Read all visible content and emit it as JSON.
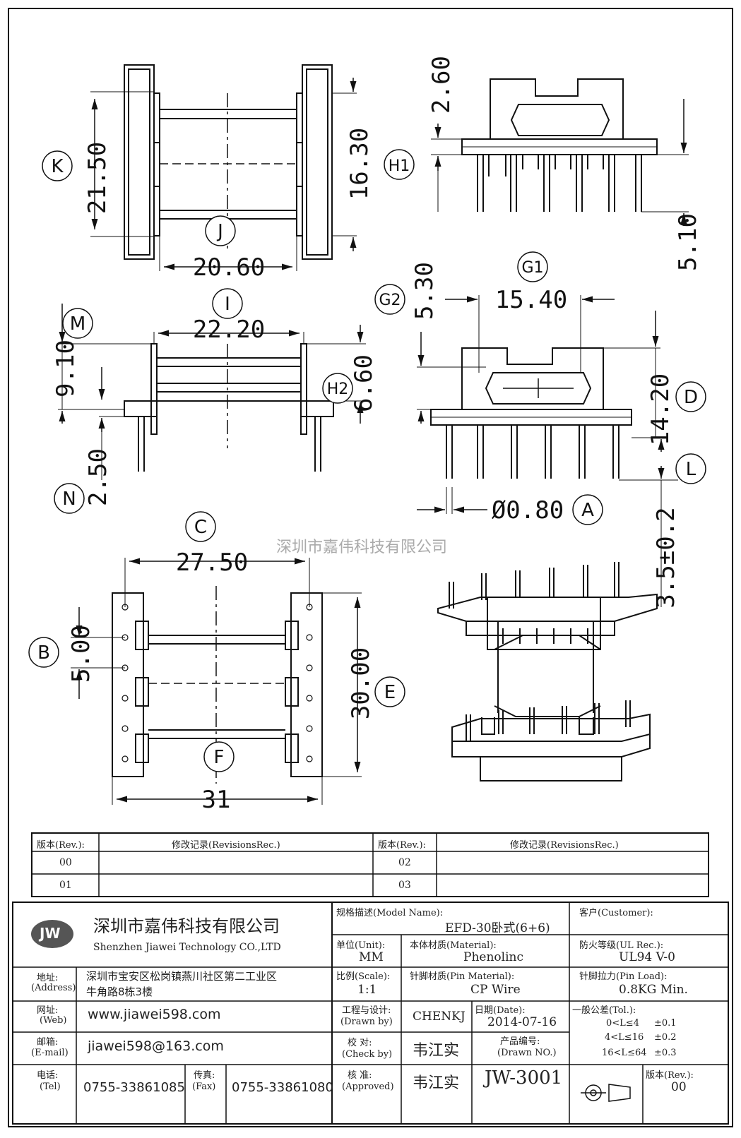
{
  "dimensions": {
    "d_2160": "21.50",
    "d_1630": "16.30",
    "d_2060": "20.60",
    "d_260": "2.60",
    "d_510": "5.10",
    "d_2220": "22.20",
    "d_910": "9.10",
    "d_660": "6.60",
    "d_250": "2.50",
    "d_530": "5.30",
    "d_1540": "15.40",
    "d_1420": "14.20",
    "d_080": "Ø0.80",
    "d_35": "3.5±0.2",
    "d_2750": "27.50",
    "d_500": "5.00",
    "d_3000": "30.00",
    "d_31": "31"
  },
  "labels": {
    "K": "K",
    "J": "J",
    "H1": "H1",
    "I": "I",
    "M": "M",
    "H2": "H2",
    "N": "N",
    "G1": "G1",
    "G2": "G2",
    "D": "D",
    "L": "L",
    "A": "A",
    "C": "C",
    "B": "B",
    "E": "E",
    "F": "F"
  },
  "watermark": "深圳市嘉伟科技有限公司",
  "revisions": {
    "h_rev": "版本(Rev.):",
    "h_rec": "修改记录(RevisionsRec.)",
    "rows": [
      "00",
      "01",
      "02",
      "03"
    ]
  },
  "company": {
    "logo": "JW",
    "name_cn": "深圳市嘉伟科技有限公司",
    "name_en": "Shenzhen Jiawei Technology CO.,LTD",
    "address_label": "地址:",
    "address_label_en": "(Address)",
    "address_line1": "深圳市宝安区松岗镇燕川社区第二工业区",
    "address_line2": "牛角路8栋3楼",
    "web_label": "网址:",
    "web_label_en": "(Web)",
    "web": "www.jiawei598.com",
    "email_label": "邮箱:",
    "email_label_en": "(E-mail)",
    "email": "jiawei598@163.com",
    "tel_label": "电话:",
    "tel_label_en": "(Tel)",
    "tel": "0755-33861085",
    "fax_label": "传真:",
    "fax_label_en": "(Fax)",
    "fax": "0755-33861080"
  },
  "spec": {
    "model_label": "规格描述(Model Name):",
    "model": "EFD-30卧式(6+6)",
    "customer_label": "客户(Customer):",
    "unit_label": "单位(Unit):",
    "unit": "MM",
    "material_label": "本体材质(Material):",
    "material": "Phenolinc",
    "ul_label": "防火等级(UL Rec.):",
    "ul": "UL94 V-0",
    "scale_label": "比例(Scale):",
    "scale": "1:1",
    "pin_material_label": "针脚材质(Pin Material):",
    "pin_material": "CP Wire",
    "pin_load_label": "针脚拉力(Pin Load):",
    "pin_load": "0.8KG Min.",
    "drawn_label": "工程与设计:",
    "drawn_label_en": "(Drawn by)",
    "drawn": "CHENKJ",
    "date_label": "日期(Date):",
    "date": "2014-07-16",
    "tol_label": "一般公差(Tol.):",
    "tol_rows": [
      "0<L≤4",
      "±0.1",
      "4<L≤16",
      "±0.2",
      "16<L≤64",
      "±0.3"
    ],
    "check_label": "校   对:",
    "check_label_en": "(Check by)",
    "check": "韦江实",
    "drawing_no_label": "产品编号:",
    "drawing_no_label_en": "(Drawn NO.)",
    "drawing_no": "JW-3001",
    "approve_label": "核   准:",
    "approve_label_en": "(Approved)",
    "approve": "韦江实",
    "rev_label": "版本(Rev.):",
    "rev": "00"
  }
}
